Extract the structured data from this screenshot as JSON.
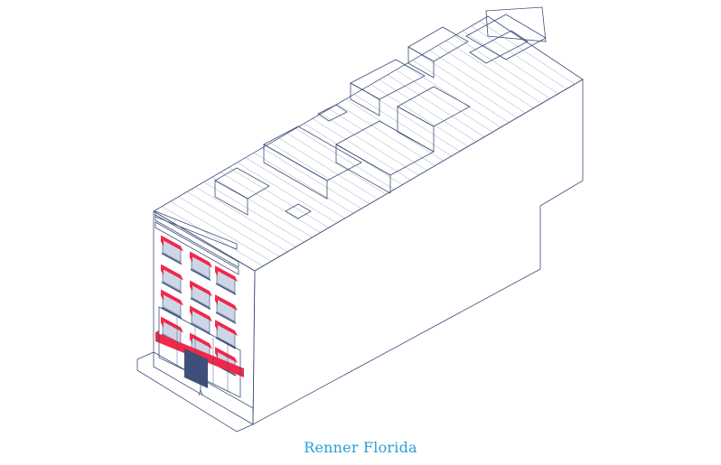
{
  "caption": "Renner Florida",
  "colors": {
    "caption": "#2a9fd6",
    "line": "#3d4f7a",
    "fill_light": "#eef2f8",
    "fill_mid": "#dde4ef",
    "fill_dark": "#c9d3e4",
    "accent": "#f0284a",
    "glass": "#cdd6e6"
  },
  "icons": [
    "isometric-building-drawing",
    "red-awning",
    "storefront-sign-band"
  ]
}
